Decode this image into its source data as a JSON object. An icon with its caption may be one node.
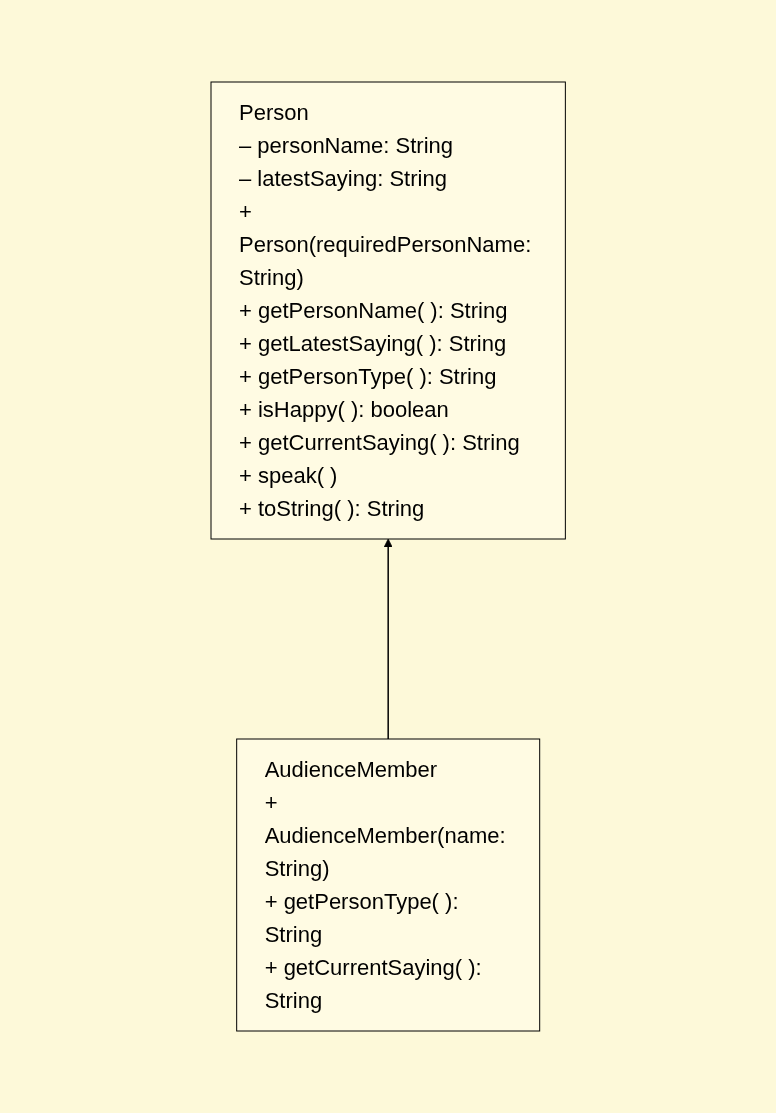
{
  "diagram": {
    "nodes": [
      {
        "text": [
          "Person",
          "– personName: String",
          "– latestSaying: String",
          "+ Person(requiredPersonName: String)",
          "+ getPersonName( ): String",
          "+ getLatestSaying( ): String",
          "+ getPersonType( ): String",
          "+ isHappy( ): boolean",
          "+ getCurrentSaying( ): String",
          "+ speak( )",
          "+ toString( ): String"
        ]
      },
      {
        "text": [
          "AudienceMember",
          "+ AudienceMember(name: String)",
          "+ getPersonType( ): String",
          "+ getCurrentSaying( ): String"
        ]
      }
    ],
    "edges": [
      {
        "from": 1,
        "to": 0,
        "arrow": "to"
      }
    ]
  }
}
